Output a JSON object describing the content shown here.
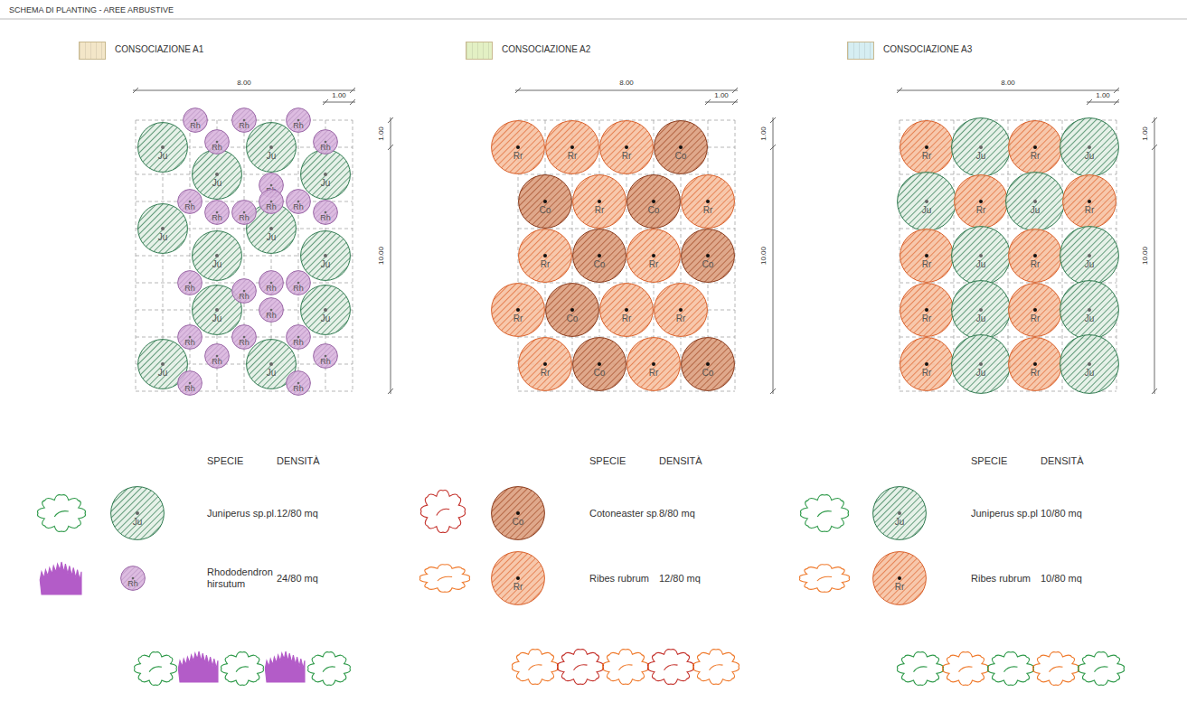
{
  "diagram": {
    "title": "SCHEMA DI PLANTING - AREE ARBUSTIVE",
    "nodes": [
      {
        "text": [
          "Ju"
        ]
      },
      {
        "text": [
          "Ju"
        ]
      },
      {
        "text": [
          "Ju"
        ]
      },
      {
        "text": [
          "Ju"
        ]
      },
      {
        "text": [
          "Ju"
        ]
      },
      {
        "text": [
          "Ju"
        ]
      },
      {
        "text": [
          "Ju"
        ]
      },
      {
        "text": [
          "Ju"
        ]
      },
      {
        "text": [
          "Ju"
        ]
      },
      {
        "text": [
          "Ju"
        ]
      },
      {
        "text": [
          "Ju"
        ]
      },
      {
        "text": [
          "Ju"
        ]
      },
      {
        "text": [
          "Rh"
        ]
      },
      {
        "text": [
          "Rh"
        ]
      },
      {
        "text": [
          "Rh"
        ]
      },
      {
        "text": [
          "Rh"
        ]
      },
      {
        "text": [
          "Rh"
        ]
      },
      {
        "text": [
          "Rh"
        ]
      },
      {
        "text": [
          "Rh"
        ]
      },
      {
        "text": [
          "Rh"
        ]
      },
      {
        "text": [
          "Rh"
        ]
      },
      {
        "text": [
          "Rh"
        ]
      },
      {
        "text": [
          "Rh"
        ]
      },
      {
        "text": [
          "Rh"
        ]
      },
      {
        "text": [
          "Rh"
        ]
      },
      {
        "text": [
          "Rh"
        ]
      },
      {
        "text": [
          "Rh"
        ]
      },
      {
        "text": [
          "Rh"
        ]
      },
      {
        "text": [
          "Rh"
        ]
      },
      {
        "text": [
          "Rh"
        ]
      },
      {
        "text": [
          "Rh"
        ]
      },
      {
        "text": [
          "Rh"
        ]
      },
      {
        "text": [
          "Rh"
        ]
      },
      {
        "text": [
          "Rh"
        ]
      },
      {
        "text": [
          "Rh"
        ]
      },
      {
        "text": [
          "Rh"
        ]
      },
      {
        "text": [
          "Rr"
        ]
      },
      {
        "text": [
          "Rr"
        ]
      },
      {
        "text": [
          "Rr"
        ]
      },
      {
        "text": [
          "Co"
        ]
      },
      {
        "text": [
          "Co"
        ]
      },
      {
        "text": [
          "Rr"
        ]
      },
      {
        "text": [
          "Co"
        ]
      },
      {
        "text": [
          "Rr"
        ]
      },
      {
        "text": [
          "Rr"
        ]
      },
      {
        "text": [
          "Co"
        ]
      },
      {
        "text": [
          "Rr"
        ]
      },
      {
        "text": [
          "Co"
        ]
      },
      {
        "text": [
          "Rr"
        ]
      },
      {
        "text": [
          "Co"
        ]
      },
      {
        "text": [
          "Rr"
        ]
      },
      {
        "text": [
          "Rr"
        ]
      },
      {
        "text": [
          "Rr"
        ]
      },
      {
        "text": [
          "Co"
        ]
      },
      {
        "text": [
          "Rr"
        ]
      },
      {
        "text": [
          "Co"
        ]
      },
      {
        "text": [
          "Rr"
        ]
      },
      {
        "text": [
          "Ju"
        ]
      },
      {
        "text": [
          "Rr"
        ]
      },
      {
        "text": [
          "Ju"
        ]
      },
      {
        "text": [
          "Ju"
        ]
      },
      {
        "text": [
          "Rr"
        ]
      },
      {
        "text": [
          "Ju"
        ]
      },
      {
        "text": [
          "Rr"
        ]
      },
      {
        "text": [
          "Rr"
        ]
      },
      {
        "text": [
          "Ju"
        ]
      },
      {
        "text": [
          "Rr"
        ]
      },
      {
        "text": [
          "Ju"
        ]
      },
      {
        "text": [
          "Rr"
        ]
      },
      {
        "text": [
          "Ju"
        ]
      },
      {
        "text": [
          "Rr"
        ]
      },
      {
        "text": [
          "Ju"
        ]
      },
      {
        "text": [
          "Rr"
        ]
      },
      {
        "text": [
          "Ju"
        ]
      },
      {
        "text": [
          "Rr"
        ]
      },
      {
        "text": [
          "Ju"
        ]
      },
      {
        "text": [
          "Ju"
        ]
      },
      {
        "text": [
          "Rh"
        ]
      },
      {
        "text": [
          "Co"
        ]
      },
      {
        "text": [
          "Rr"
        ]
      },
      {
        "text": [
          "Ju"
        ]
      },
      {
        "text": [
          "Rr"
        ]
      }
    ],
    "labels": [
      "8.00",
      "1.00",
      "1.00",
      "10.00",
      "8.00",
      "1.00",
      "1.00",
      "10.00",
      "8.00",
      "1.00",
      "1.00",
      "10.00",
      "SPECIE",
      "DENSITÀ",
      "Juniperus sp.pl.",
      "12/80 mq",
      "Rhododendron hirsutum",
      "24/80 mq",
      "SPECIE",
      "DENSITÀ",
      "Cotoneaster sp.pl",
      "8/80 mq",
      "Ribes rubrum",
      "12/80 mq",
      "SPECIE",
      "DENSITÀ",
      "Juniperus sp.pl",
      "10/80 mq",
      "Ribes rubrum",
      "10/80 mq"
    ],
    "legend": [
      {
        "text": "CONSOCIAZIONE A1",
        "color": "#f3e6c8"
      },
      {
        "text": "CONSOCIAZIONE A2",
        "color": "#e3f0c4"
      },
      {
        "text": "CONSOCIAZIONE A3",
        "color": "#d6eef2"
      }
    ]
  }
}
